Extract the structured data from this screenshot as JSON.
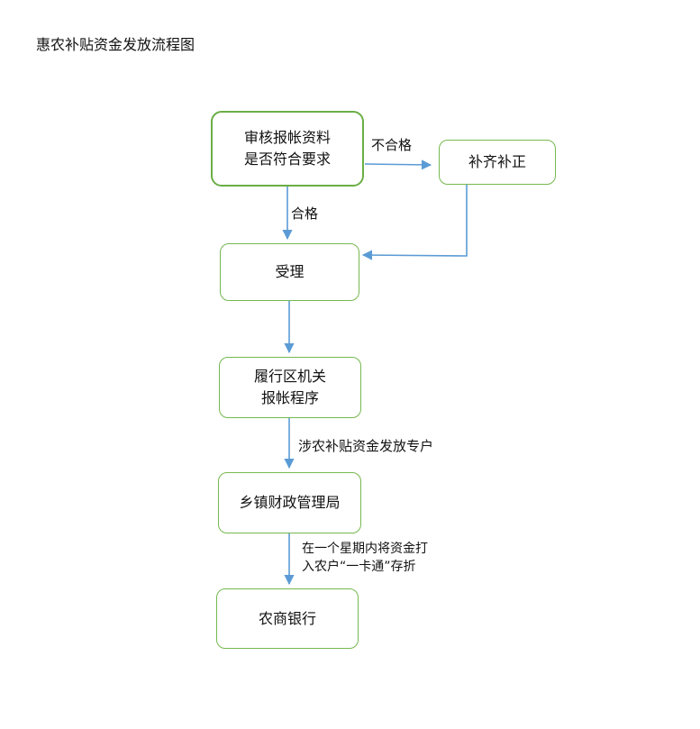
{
  "title": "惠农补贴资金发放流程图",
  "colors": {
    "box_border": "#76b84f",
    "arrow": "#5b9bd5",
    "text": "#111111"
  },
  "nodes": {
    "review": {
      "line1": "审核报帐资料",
      "line2": "是否符合要求"
    },
    "supplement": {
      "label": "补齐补正"
    },
    "accept": {
      "label": "受理"
    },
    "district": {
      "line1": "履行区机关",
      "line2": "报帐程序"
    },
    "township": {
      "label": "乡镇财政管理局"
    },
    "bank": {
      "label": "农商银行"
    }
  },
  "edges": {
    "unqualified": "不合格",
    "qualified": "合格",
    "special_account": "涉农补贴资金发放专户",
    "transfer_line1": "在一个星期内将资金打",
    "transfer_line2": "入农户“一卡通”存折"
  }
}
